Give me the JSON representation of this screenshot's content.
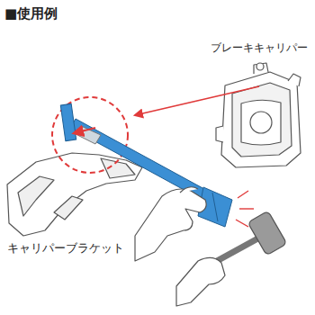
{
  "diagram": {
    "title": "■使用例",
    "labels": [
      "ブレーキキャリパー",
      "キャリパーブラケット"
    ]
  }
}
